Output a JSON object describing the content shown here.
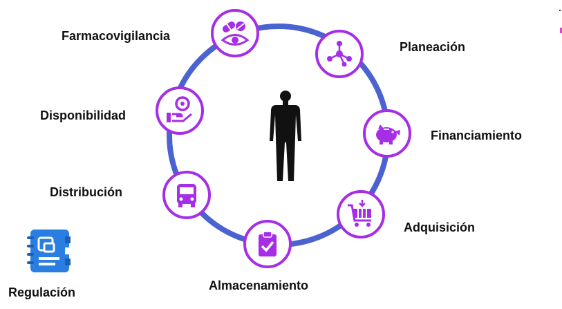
{
  "colors": {
    "ring": "#4b63d1",
    "accent": "#a52ee6",
    "human": "#111111",
    "regulation_icon": "#2a7de1"
  },
  "center": {
    "icon": "human-silhouette-icon"
  },
  "stages": [
    {
      "key": "farmacovigilancia",
      "label": "Farmacovigilancia",
      "icon": "pills-eye-icon"
    },
    {
      "key": "planeacion",
      "label": "Planeación",
      "icon": "network-nodes-icon"
    },
    {
      "key": "financiamiento",
      "label": "Financiamiento",
      "icon": "piggy-bank-icon"
    },
    {
      "key": "adquisicion",
      "label": "Adquisición",
      "icon": "shopping-cart-icon"
    },
    {
      "key": "almacenamiento",
      "label": "Almacenamiento",
      "icon": "clipboard-check-icon"
    },
    {
      "key": "distribucion",
      "label": "Distribución",
      "icon": "bus-icon"
    },
    {
      "key": "disponibilidad",
      "label": "Disponibilidad",
      "icon": "hand-offer-icon"
    }
  ],
  "regulation": {
    "label": "Regulación",
    "icon": "notebook-icon"
  }
}
